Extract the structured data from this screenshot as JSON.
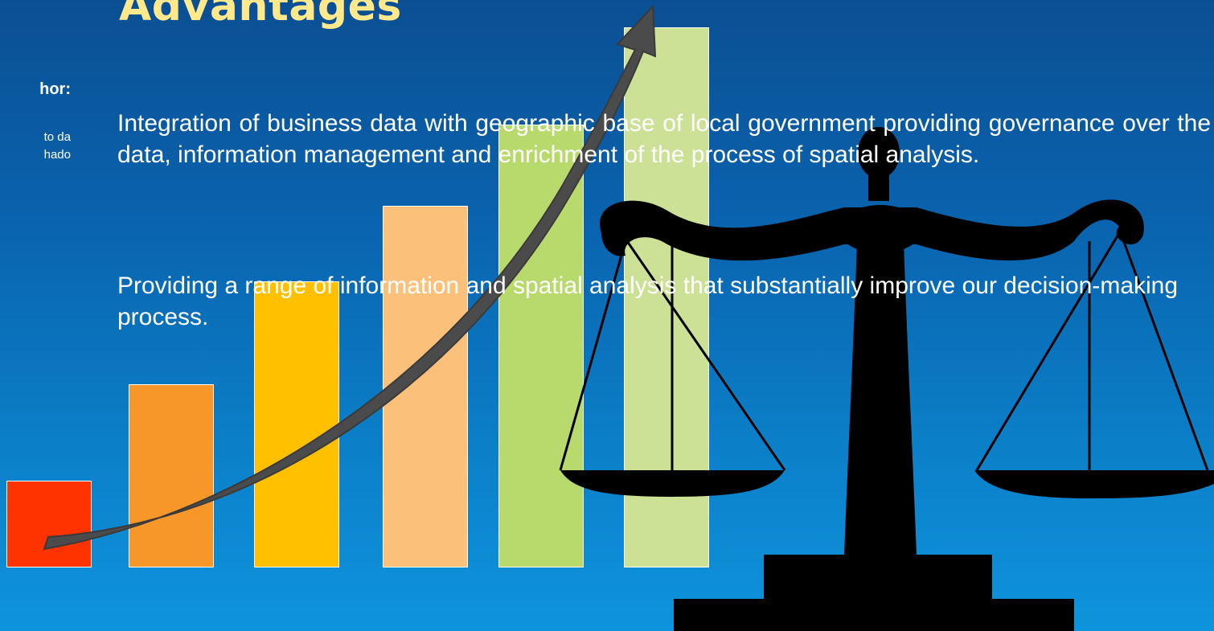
{
  "slide": {
    "title": "Advantages",
    "side_caption": {
      "line1": "hor:",
      "line2": "to da",
      "line3": "hado"
    },
    "paragraphs": [
      "Integration of business data with geographic base of local government providing governance over the data, information management and enrichment of the process of spatial analysis.",
      "Providing a range of information and spatial analysis that substantially improve our decision-making process."
    ],
    "growth_chart": {
      "bars": [
        {
          "level": 0.16,
          "color": "#ff3300"
        },
        {
          "level": 0.34,
          "color": "#f7972a"
        },
        {
          "level": 0.53,
          "color": "#ffc000"
        },
        {
          "level": 0.67,
          "color": "#fbc07a"
        },
        {
          "level": 0.82,
          "color": "#b8d96b"
        },
        {
          "level": 1.0,
          "color": "#cce195"
        }
      ],
      "arrow_color": "#4b4b4b"
    },
    "scale_icon": {
      "name": "balance-scale-icon",
      "color": "#000000"
    }
  }
}
